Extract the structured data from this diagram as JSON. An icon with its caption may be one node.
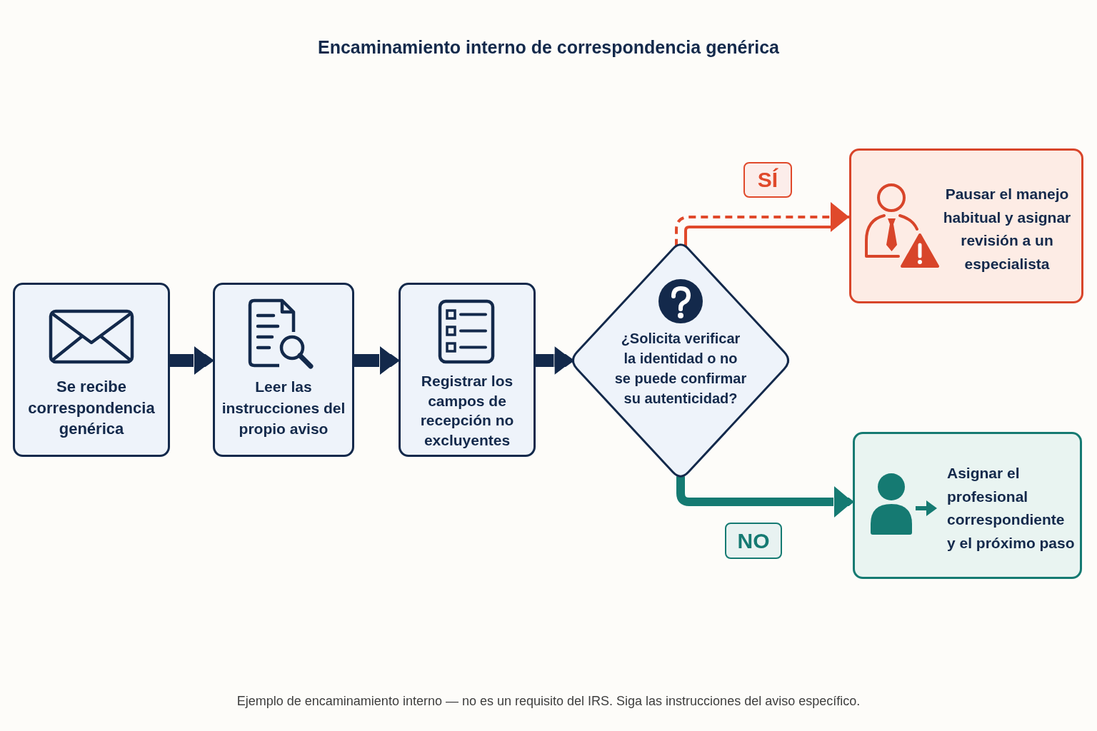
{
  "diagram": {
    "title": "Encaminamiento interno de correspondencia genérica",
    "nodes": [
      {
        "text": [
          "Se recibe correspondencia genérica"
        ]
      },
      {
        "text": [
          "Leer las instrucciones del propio aviso"
        ]
      },
      {
        "text": [
          "Registrar los campos de recepción no excluyentes"
        ]
      },
      {
        "text": [
          "¿Solicita verificar la identidad o no se puede confirmar su autenticidad?"
        ]
      },
      {
        "text": [
          "Pausar el manejo habitual y asignar revisión a un especialista"
        ]
      },
      {
        "text": [
          "Asignar el profesional correspondiente y el próximo paso"
        ]
      }
    ],
    "edges": [
      {
        "from": 0,
        "to": 1,
        "arrow": "to"
      },
      {
        "from": 1,
        "to": 2,
        "arrow": "to"
      },
      {
        "from": 2,
        "to": 3,
        "arrow": "to"
      },
      {
        "from": 3,
        "to": 4,
        "arrow": "to",
        "label": "SÍ",
        "style": "dashed",
        "color": "#e0492b"
      },
      {
        "from": 3,
        "to": 5,
        "arrow": "to",
        "label": "NO",
        "color": "#157a72"
      }
    ],
    "caption": "Ejemplo de encaminamiento interno — no es un requisito del IRS. Siga las instrucciones del aviso específico."
  }
}
